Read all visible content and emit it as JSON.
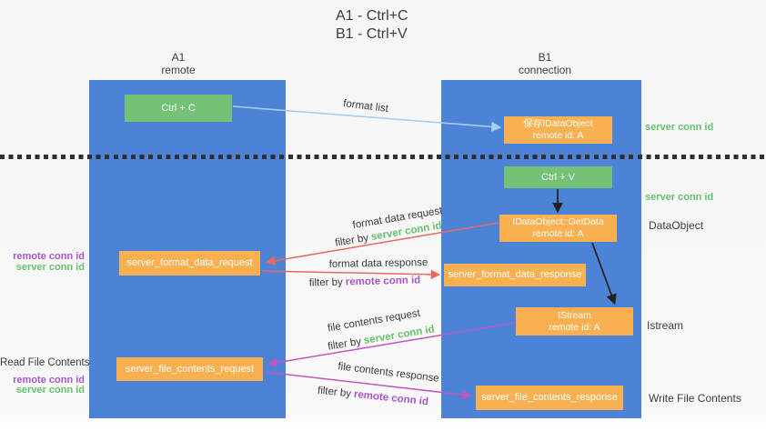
{
  "title": {
    "line1": "A1 - Ctrl+C",
    "line2": "B1 - Ctrl+V"
  },
  "lanes": {
    "a": {
      "id": "A1",
      "name": "remote"
    },
    "b": {
      "id": "B1",
      "name": "connection"
    }
  },
  "boxes": {
    "ctrl_c": {
      "label": "Ctrl + C"
    },
    "save_dataobject": {
      "line1": "保存IDataObject",
      "line2": "remote id: A"
    },
    "ctrl_v": {
      "label": "Ctrl + V"
    },
    "getdata": {
      "line1": "IDataObject::GetData",
      "line2": "remote id: A"
    },
    "format_request": {
      "label": "server_format_data_request"
    },
    "format_response": {
      "label": "server_format_data_response"
    },
    "istream": {
      "line1": "IStream",
      "line2": "remote id: A"
    },
    "file_request": {
      "label": "server_file_contents_request"
    },
    "file_response": {
      "label": "server_file_contents_response"
    }
  },
  "arrow_labels": {
    "format_list": "format list",
    "format_data_request": "format data request",
    "format_data_response": "format data response",
    "file_contents_request": "file contents request",
    "file_contents_response": "file contents response",
    "filter_by": "filter by",
    "server_conn_id": "server conn id",
    "remote_conn_id": "remote conn id"
  },
  "side_labels": {
    "server_conn_id_top": "server conn id",
    "server_conn_id_mid": "server conn id",
    "dataobject": "DataObject",
    "istream": "Istream",
    "write_file_contents": "Write File Contents",
    "remote_conn_id_format": "remote conn id",
    "server_conn_id_format": "server conn id",
    "read_file_contents": "Read File Contents",
    "remote_conn_id_file": "remote conn id",
    "server_conn_id_file": "server conn id"
  },
  "colors": {
    "lane_fill": "#4d83d6",
    "key_box_green": "#74c276",
    "message_box_orange": "#f9b050",
    "arrow_format_list_blue": "#a7cdf2",
    "arrow_format_data_red": "#e8695f",
    "arrow_file_contents_magenta": "#c157c1",
    "arrow_black": "#222222",
    "server_conn_id_text": "#67c06e",
    "remote_conn_id_text": "#a855c8"
  }
}
